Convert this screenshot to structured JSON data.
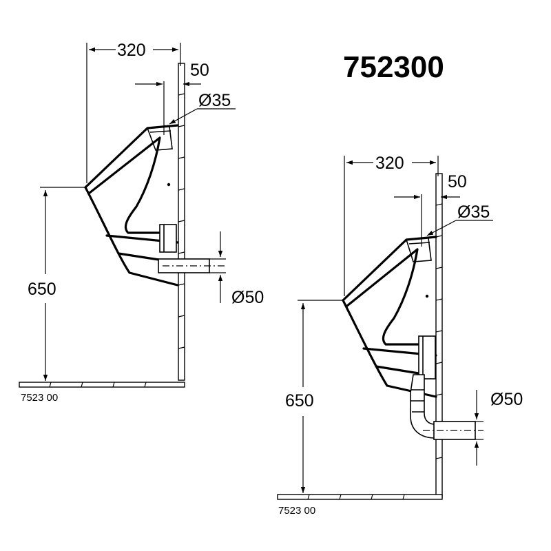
{
  "title": "752300",
  "views": [
    {
      "id": "wall-outlet",
      "width_label": "320",
      "offset_label": "50",
      "inlet_label": "Ø35",
      "height_label": "650",
      "outlet_label": "Ø50",
      "code_label": "7523 00"
    },
    {
      "id": "siphon-outlet",
      "width_label": "320",
      "offset_label": "50",
      "inlet_label": "Ø35",
      "height_label": "650",
      "outlet_label": "Ø50",
      "code_label": "7523 00"
    }
  ]
}
